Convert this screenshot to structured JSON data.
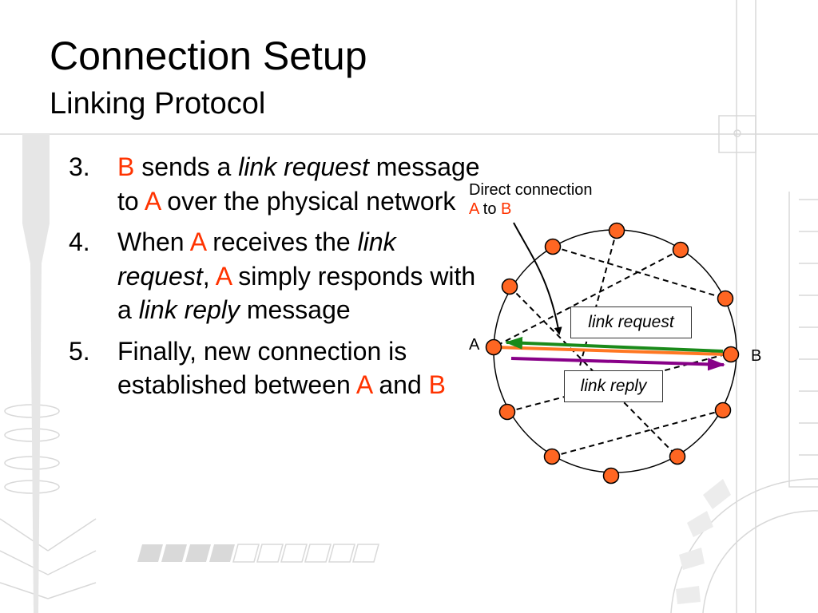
{
  "slide": {
    "title": "Connection Setup",
    "subtitle": "Linking Protocol"
  },
  "steps": [
    {
      "number": "3.",
      "segments": [
        {
          "text": " B",
          "style": "red"
        },
        {
          "text": " sends a ",
          "style": "normal"
        },
        {
          "text": "link request",
          "style": "italic"
        },
        {
          "text": " message to ",
          "style": "normal"
        },
        {
          "text": "A",
          "style": "red"
        },
        {
          "text": " over the physical network",
          "style": "normal"
        }
      ]
    },
    {
      "number": "4.",
      "segments": [
        {
          "text": "When ",
          "style": "normal"
        },
        {
          "text": "A",
          "style": "red"
        },
        {
          "text": " receives the ",
          "style": "normal"
        },
        {
          "text": "link request",
          "style": "italic"
        },
        {
          "text": ", ",
          "style": "normal"
        },
        {
          "text": "A",
          "style": "red"
        },
        {
          "text": " simply responds with a ",
          "style": "normal"
        },
        {
          "text": "link reply",
          "style": "italic"
        },
        {
          "text": " message",
          "style": "normal"
        }
      ]
    },
    {
      "number": "5.",
      "segments": [
        {
          "text": "Finally, new connection is established between ",
          "style": "normal"
        },
        {
          "text": "A",
          "style": "red"
        },
        {
          "text": " and ",
          "style": "normal"
        },
        {
          "text": "B",
          "style": "red"
        }
      ]
    }
  ],
  "diagram": {
    "caption_line1": "Direct connection",
    "caption_a": "A",
    "caption_to": " to ",
    "caption_b": "B",
    "node_a_label": "A",
    "node_b_label": "B",
    "link_request_label": "link request",
    "link_reply_label": "link reply"
  },
  "colors": {
    "accent_red": "#ff3300",
    "node_fill": "#ff6622",
    "link_request_arrow": "#1a8a1a",
    "link_reply_arrow": "#880088",
    "direct_connection_line": "#ff7722"
  }
}
